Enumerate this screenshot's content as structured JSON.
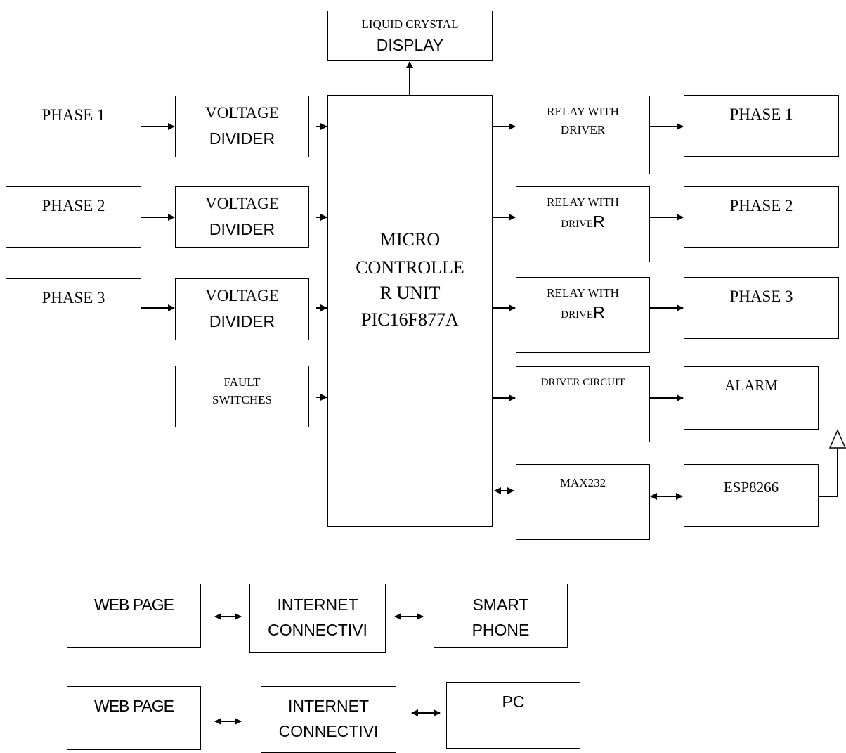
{
  "blocks": {
    "lcd": {
      "line1": "LIQUID CRYSTAL",
      "line2": "DISPLAY"
    },
    "phase_in_1": "PHASE 1",
    "phase_in_2": "PHASE 2",
    "phase_in_3": "PHASE 3",
    "vdiv_1": {
      "line1": "VOLTAGE",
      "line2": "DIVIDER"
    },
    "vdiv_2": {
      "line1": "VOLTAGE",
      "line2": "DIVIDER"
    },
    "vdiv_3": {
      "line1": "VOLTAGE",
      "line2": "DIVIDER"
    },
    "fault": {
      "line1": "FAULT",
      "line2": "SWITCHES"
    },
    "mcu": {
      "line1": "MICRO",
      "line2": "CONTROLLE",
      "line3": "R UNIT",
      "line4": "PIC16F877A"
    },
    "relay_1": {
      "line1": "RELAY WITH",
      "line2": "DRIVER"
    },
    "relay_2": {
      "line1": "RELAY WITH",
      "line2a": "DRIVE",
      "line2b": "R"
    },
    "relay_3": {
      "line1": "RELAY WITH",
      "line2a": "DRIVE",
      "line2b": "R"
    },
    "driver_circuit": "DRIVER CIRCUIT",
    "max232": "MAX232",
    "phase_out_1": "PHASE 1",
    "phase_out_2": "PHASE 2",
    "phase_out_3": "PHASE 3",
    "alarm": "ALARM",
    "esp": "ESP8266"
  },
  "bottom_rows": [
    {
      "left": "WEB PAGE",
      "middle": {
        "line1": "INTERNET",
        "line2": "CONNECTIVI"
      },
      "right": {
        "line1": "SMART",
        "line2": "PHONE"
      }
    },
    {
      "left": "WEB PAGE",
      "middle": {
        "line1": "INTERNET",
        "line2": "CONNECTIVI"
      },
      "right": {
        "line1": "PC",
        "line2": ""
      }
    }
  ],
  "colors": {
    "stroke": "#000000",
    "background": "#ffffff"
  }
}
